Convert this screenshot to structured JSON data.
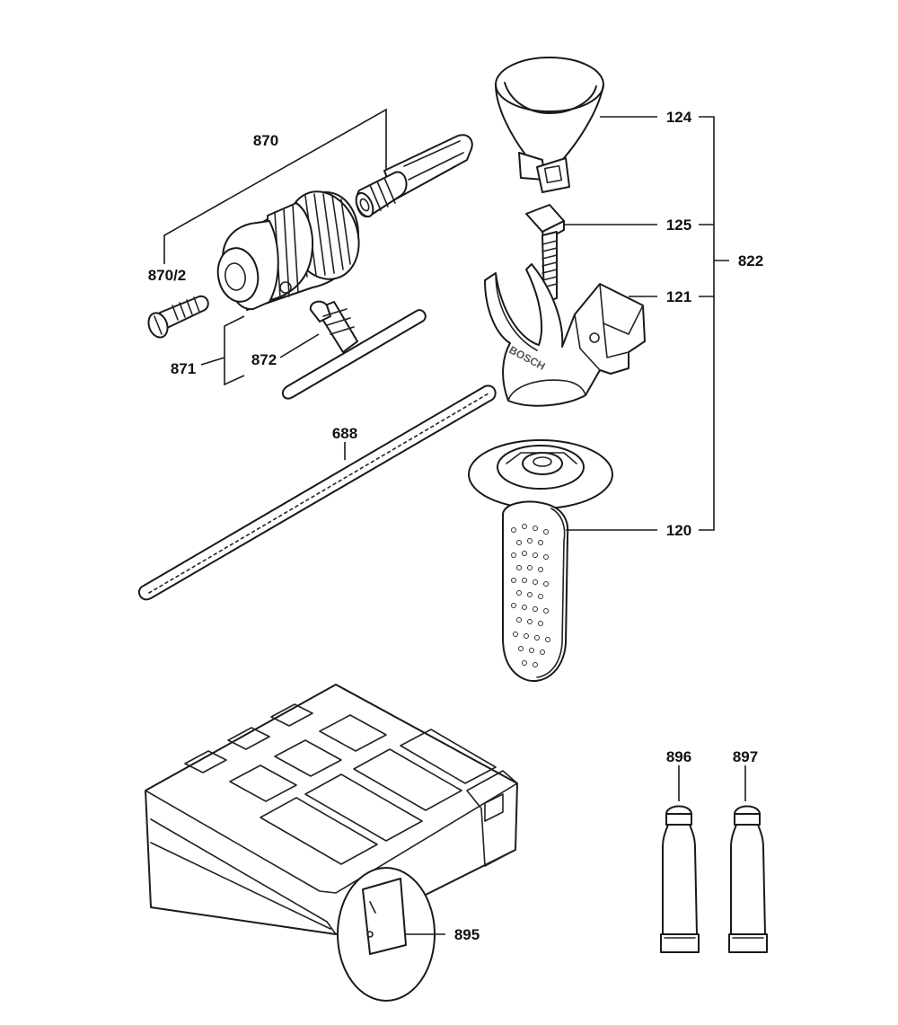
{
  "brand_mark": "BOSCH",
  "parts": [
    {
      "id": "870",
      "label": "870"
    },
    {
      "id": "870_2",
      "label": "870/2"
    },
    {
      "id": "871",
      "label": "871"
    },
    {
      "id": "872",
      "label": "872"
    },
    {
      "id": "688",
      "label": "688"
    },
    {
      "id": "124",
      "label": "124"
    },
    {
      "id": "125",
      "label": "125"
    },
    {
      "id": "121",
      "label": "121"
    },
    {
      "id": "120",
      "label": "120"
    },
    {
      "id": "822",
      "label": "822"
    },
    {
      "id": "895",
      "label": "895"
    },
    {
      "id": "896",
      "label": "896"
    },
    {
      "id": "897",
      "label": "897"
    }
  ]
}
